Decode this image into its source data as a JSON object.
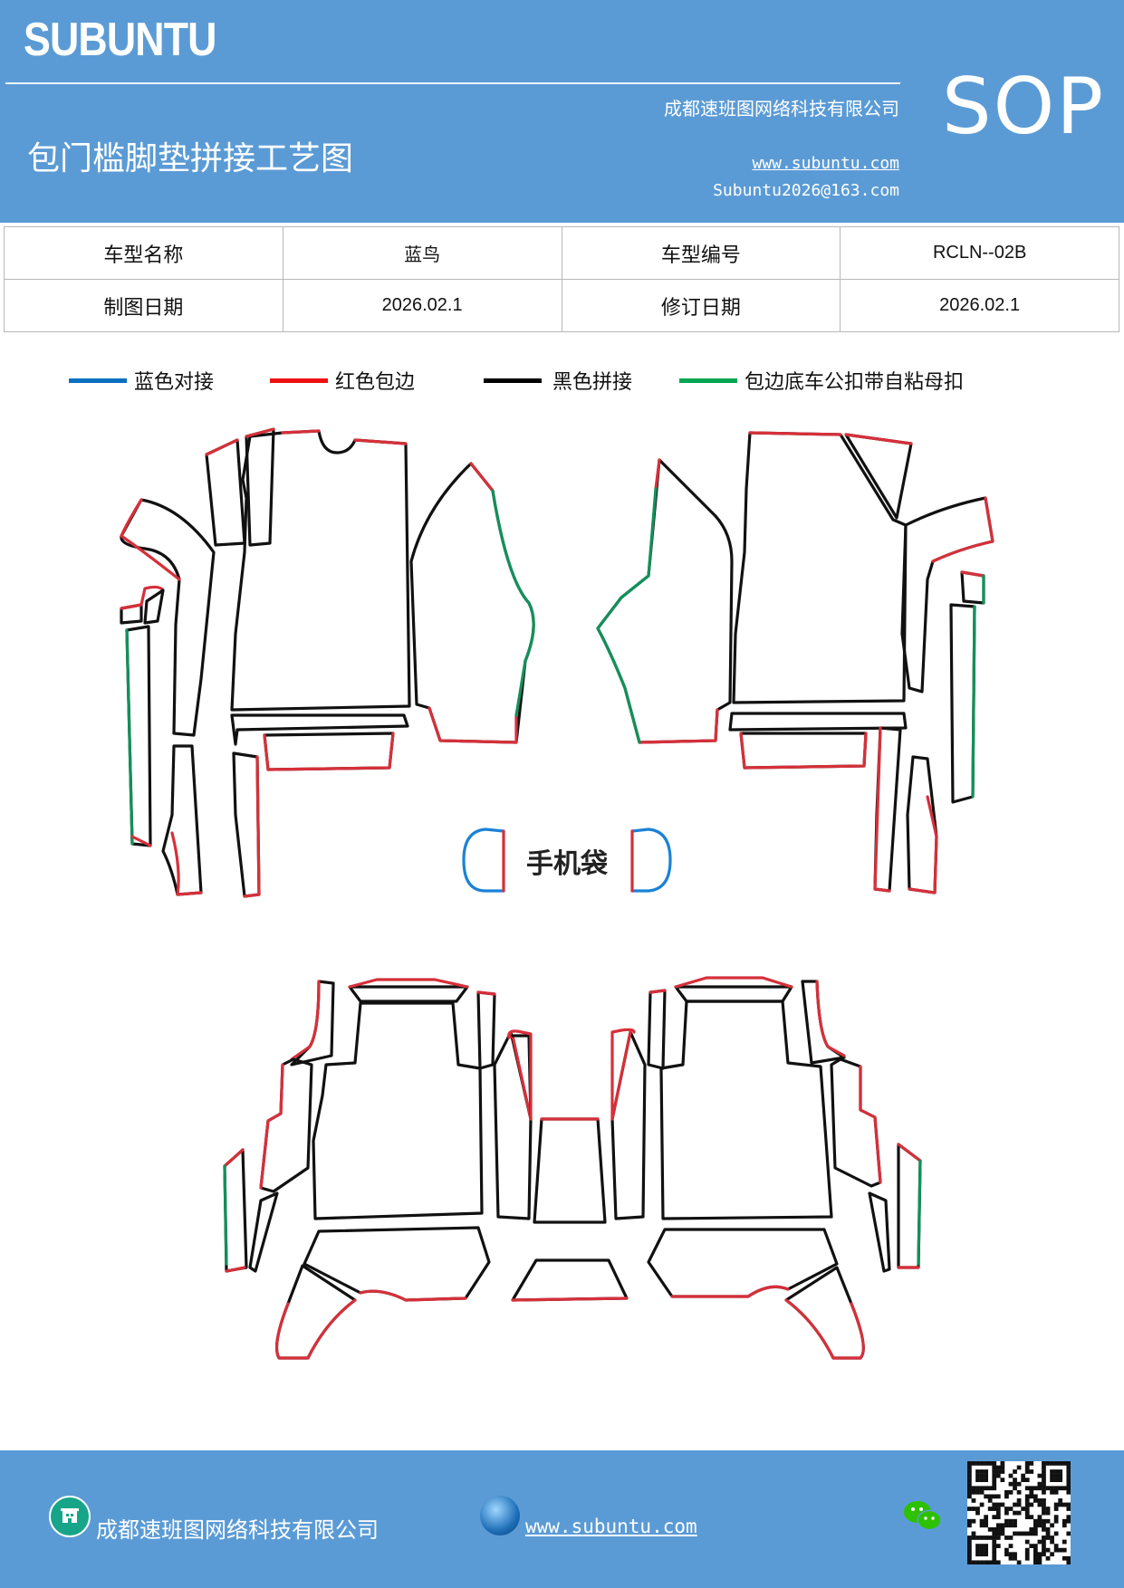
{
  "header": {
    "brand": "SUBUNTU",
    "company": "成都速班图网络科技有限公司",
    "title": "包门槛脚垫拼接工艺图",
    "website": "www.subuntu.com",
    "email": "Subuntu2026@163.com",
    "badge": "SOP"
  },
  "info_table": [
    [
      "车型名称",
      "蓝鸟",
      "车型编号",
      "RCLN--02B"
    ],
    [
      "制图日期",
      "2026.02.1",
      "修订日期",
      "2026.02.1"
    ]
  ],
  "legend": [
    {
      "label": "蓝色对接",
      "color": "#0a70c0"
    },
    {
      "label": "红色包边",
      "color": "#ee1111"
    },
    {
      "label": "黑色拼接",
      "color": "#000000"
    },
    {
      "label": "包边底车公扣带自粘母扣",
      "color": "#00a651"
    }
  ],
  "diagram": {
    "phone_bag_label": "手机袋",
    "colors": {
      "blue": "#1b82d6",
      "red": "#d6303a",
      "black": "#111111",
      "green": "#12915a"
    }
  },
  "footer": {
    "company": "成都速班图网络科技有限公司",
    "website": "www.subuntu.com",
    "home_icon": "building-icon",
    "globe_icon": "globe-icon",
    "wechat_icon": "wechat-icon",
    "qr_icon": "qr-code"
  }
}
